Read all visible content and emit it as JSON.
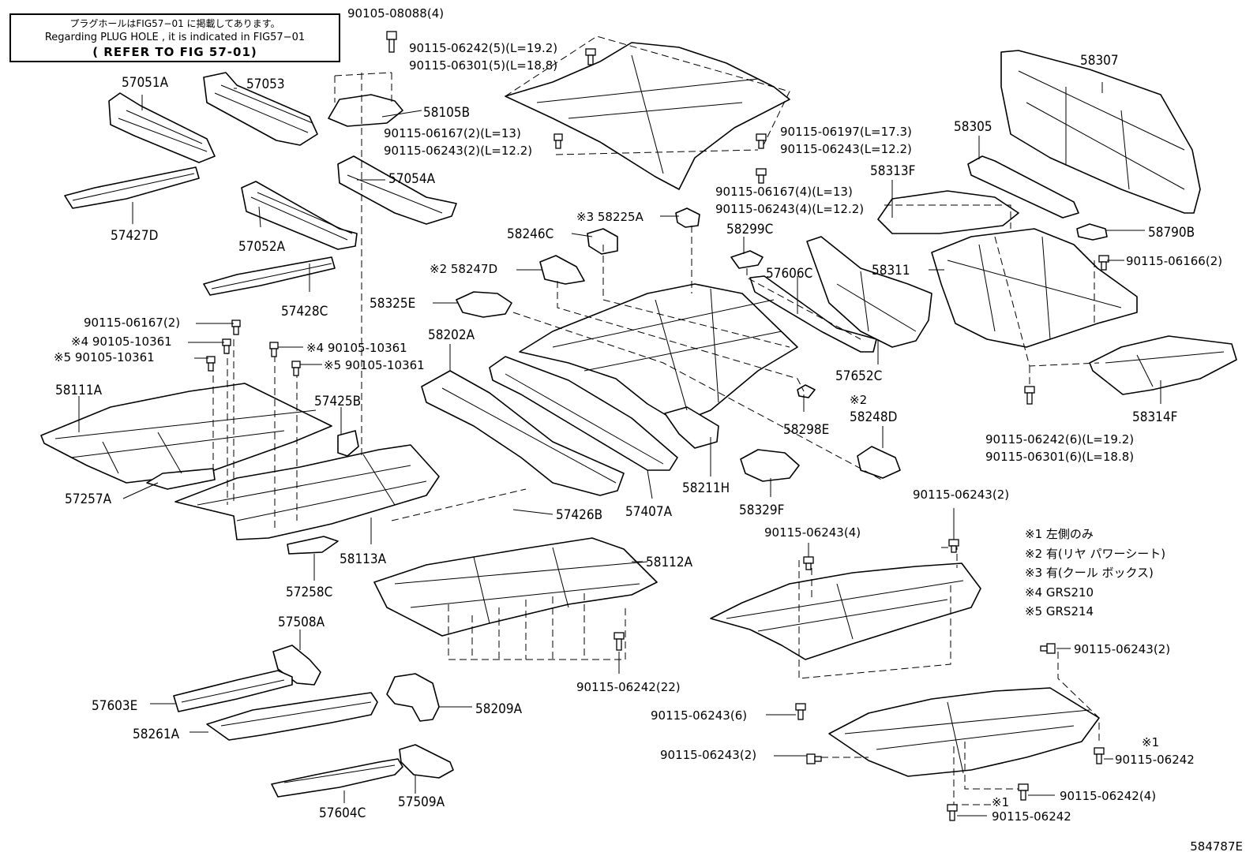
{
  "notes": {
    "jp": "プラグホールはFIG57−01 に掲載してあります。",
    "en": "Regarding PLUG HOLE , it is indicated in FIG57−01",
    "refer": "( REFER TO FIG 57-01)"
  },
  "figure_no": "584787E",
  "legend": [
    "※1 左側のみ",
    "※2 有(リヤ パワーシート)",
    "※3 有(クール ボックス)",
    "※4 GRS210",
    "※5 GRS214"
  ],
  "callouts": {
    "c01": "90105-08088(4)",
    "c02": "90115-06242(5)(L=19.2)",
    "c03": "90115-06301(5)(L=18.8)",
    "c04": "58105B",
    "c05": "90115-06167(2)(L=13)",
    "c06": "90115-06243(2)(L=12.2)",
    "c07": "90115-06197(L=17.3)",
    "c08": "90115-06243(L=12.2)",
    "c09": "90115-06167(4)(L=13)",
    "c10": "90115-06243(4)(L=12.2)",
    "c11": "57051A",
    "c12": "57053",
    "c13": "57054A",
    "c14": "57427D",
    "c15": "57052A",
    "c16": "57428C",
    "c17": "※3 58225A",
    "c18": "58246C",
    "c19": "※2 58247D",
    "c20": "58299C",
    "c21": "58325E",
    "c22": "57606C",
    "c23": "58311",
    "c24": "58202A",
    "c25": "57652C",
    "c26": "58307",
    "c27": "58305",
    "c28": "58313F",
    "c29": "58790B",
    "c30": "90115-06166(2)",
    "c31": "90115-06167(2)",
    "c32": "※4 90105-10361",
    "c33": "※5 90105-10361",
    "c34": "※4 90105-10361",
    "c35": "※5 90105-10361",
    "c36": "58111A",
    "c37": "57425B",
    "c38": "57257A",
    "c39": "58298E",
    "c40": "※2",
    "c41": "58248D",
    "c42": "58314F",
    "c43": "90115-06242(6)(L=19.2)",
    "c44": "90115-06301(6)(L=18.8)",
    "c45": "58211H",
    "c46": "57407A",
    "c47": "58329F",
    "c48": "57426B",
    "c49": "58113A",
    "c50": "58112A",
    "c51": "57258C",
    "c52": "90115-06243(2)",
    "c53": "90115-06243(4)",
    "c54": "57508A",
    "c55": "90115-06242(22)",
    "c56": "57603E",
    "c57": "58209A",
    "c58": "58261A",
    "c59": "90115-06243(6)",
    "c60": "90115-06243(2)",
    "c61": "90115-06243(2)",
    "c62": "※1",
    "c63": "90115-06242",
    "c64": "57604C",
    "c65": "57509A",
    "c66": "90115-06242(4)",
    "c67": "※1",
    "c68": "90115-06242"
  }
}
